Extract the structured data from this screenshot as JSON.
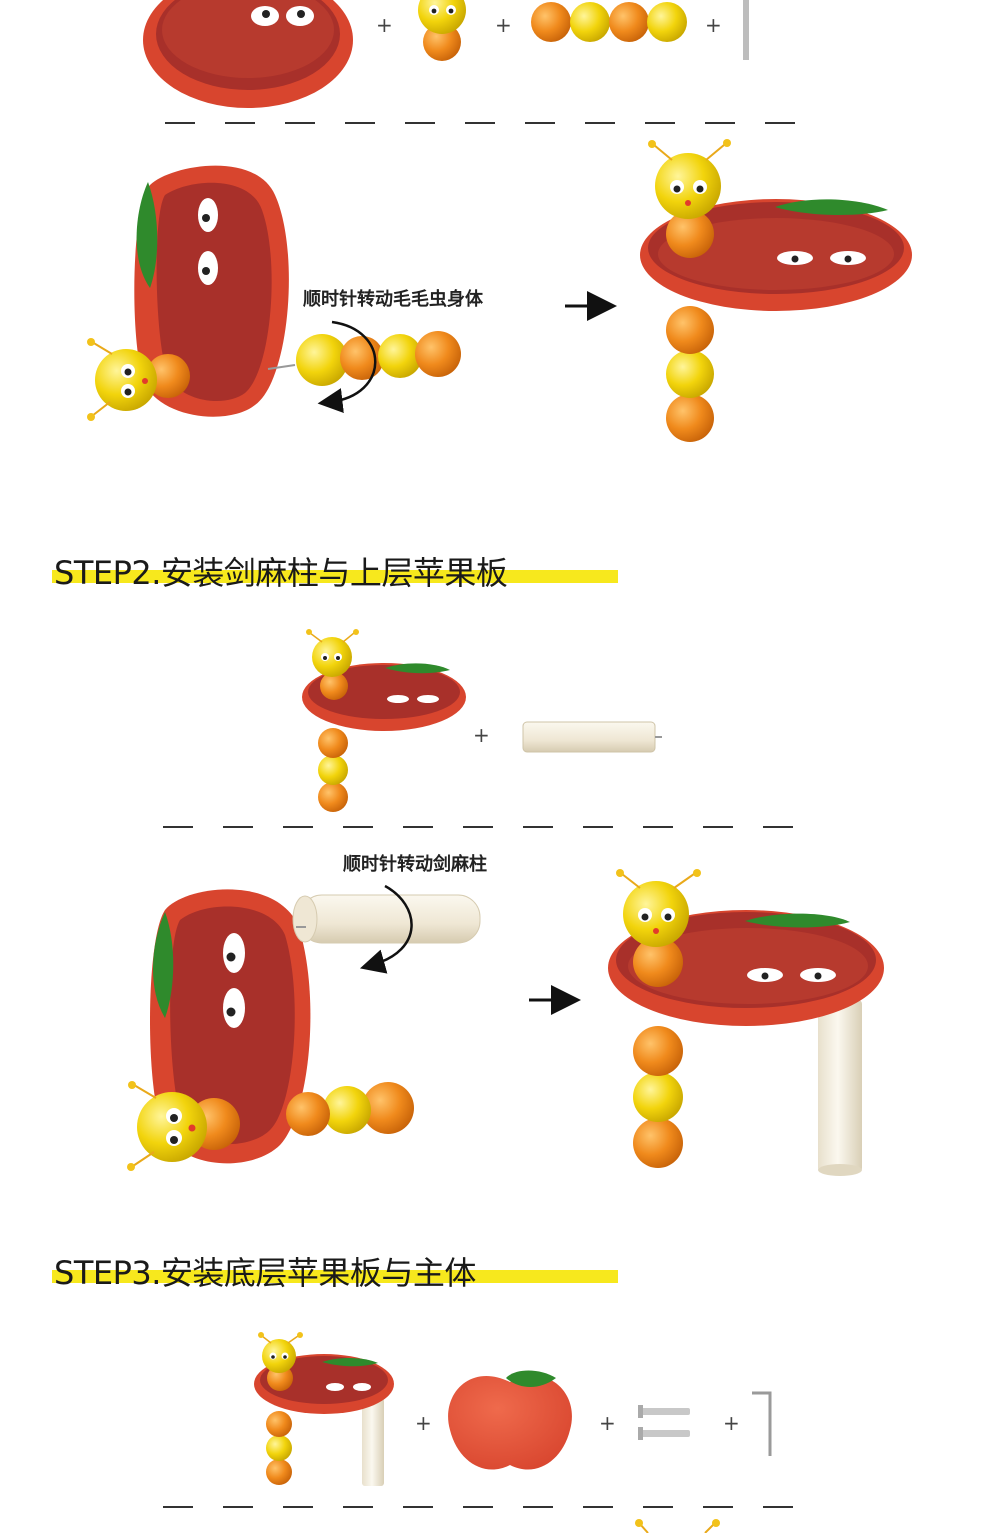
{
  "colors": {
    "apple_red": "#e2533a",
    "apple_dark": "#a8302a",
    "leaf_green": "#2f8a2c",
    "bead_yellow": "#f2d40c",
    "bead_orange": "#f08a1c",
    "pole_cream": "#f5efdf",
    "highlight_yellow": "#f7e81d"
  },
  "steps": [
    {
      "title": "STEP2.安装剑麻柱与上层苹果板"
    },
    {
      "title": "STEP3.安装底层苹果板与主体"
    }
  ],
  "captions": {
    "rotate_body": "顺时针转动毛毛虫身体",
    "rotate_pole": "顺时针转动剑麻柱"
  },
  "symbols": {
    "plus": "+",
    "arrow": "→"
  }
}
